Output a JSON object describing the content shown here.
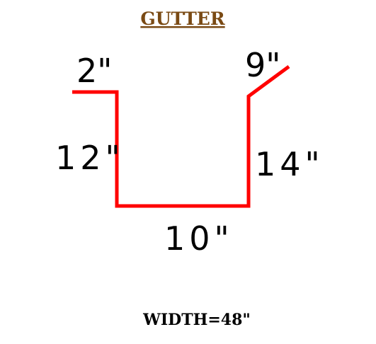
{
  "title": "GUTTER",
  "dimensions": {
    "top_left": "2\"",
    "top_right": "9\"",
    "left_side": "12\"",
    "right_side": "14\"",
    "bottom": "10\""
  },
  "width_label": "WIDTH=48\"",
  "colors": {
    "title": "#7a4a14",
    "profile_line": "#ff0000",
    "text": "#000000",
    "background": "#ffffff"
  }
}
